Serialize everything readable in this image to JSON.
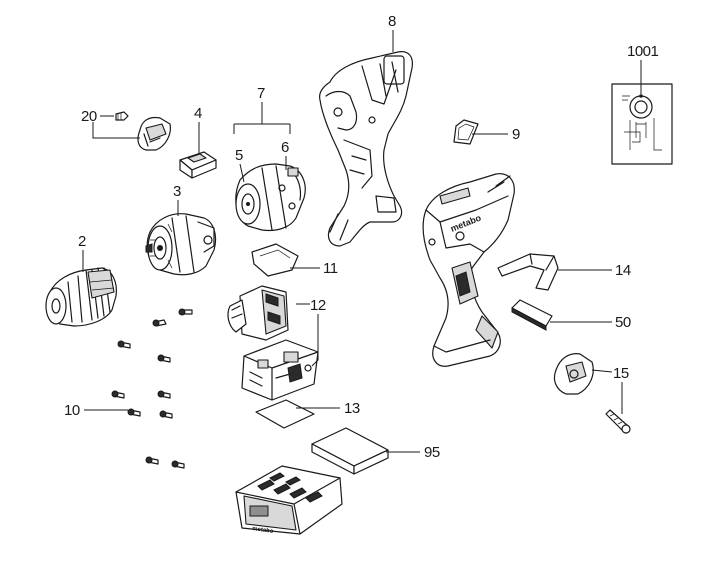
{
  "diagram": {
    "callouts": {
      "p1001": "1001",
      "p20": "20",
      "p4": "4",
      "p7": "7",
      "p5": "5",
      "p6": "6",
      "p8": "8",
      "p9": "9",
      "p3": "3",
      "p2": "2",
      "p11": "11",
      "p14": "14",
      "p12": "12",
      "p50": "50",
      "p15": "15",
      "p10": "10",
      "p13": "13",
      "p95": "95"
    },
    "brand_mark": "metabo",
    "battery_brand_mark": "metabo"
  }
}
